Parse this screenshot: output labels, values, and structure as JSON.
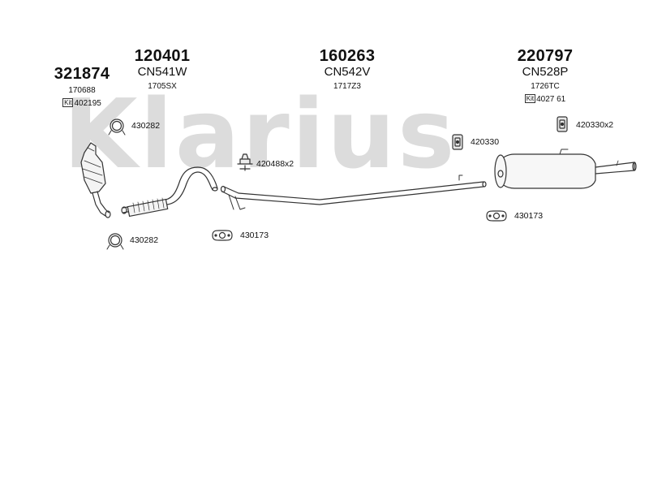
{
  "watermark": "Klarius",
  "parts": [
    {
      "number": "321874",
      "ref": "170688",
      "kit_badge": "Kit",
      "kit": "402195"
    },
    {
      "number": "120401",
      "code": "CN541W",
      "ref": "1705SX"
    },
    {
      "number": "160263",
      "code": "CN542V",
      "ref": "1717Z3"
    },
    {
      "number": "220797",
      "code": "CN528P",
      "ref": "1726TC",
      "kit_badge": "Kit",
      "kit": "4027 61"
    }
  ],
  "accessories": {
    "clamp_top": "430282",
    "clamp_bottom": "430282",
    "mount_mid": "420488x2",
    "gasket_mid": "430173",
    "mount_rear": "420330",
    "mount_rear_pair": "420330x2",
    "gasket_rear": "430173"
  },
  "colors": {
    "line": "#333333",
    "watermark": "#dcdcdc",
    "text": "#111111"
  }
}
